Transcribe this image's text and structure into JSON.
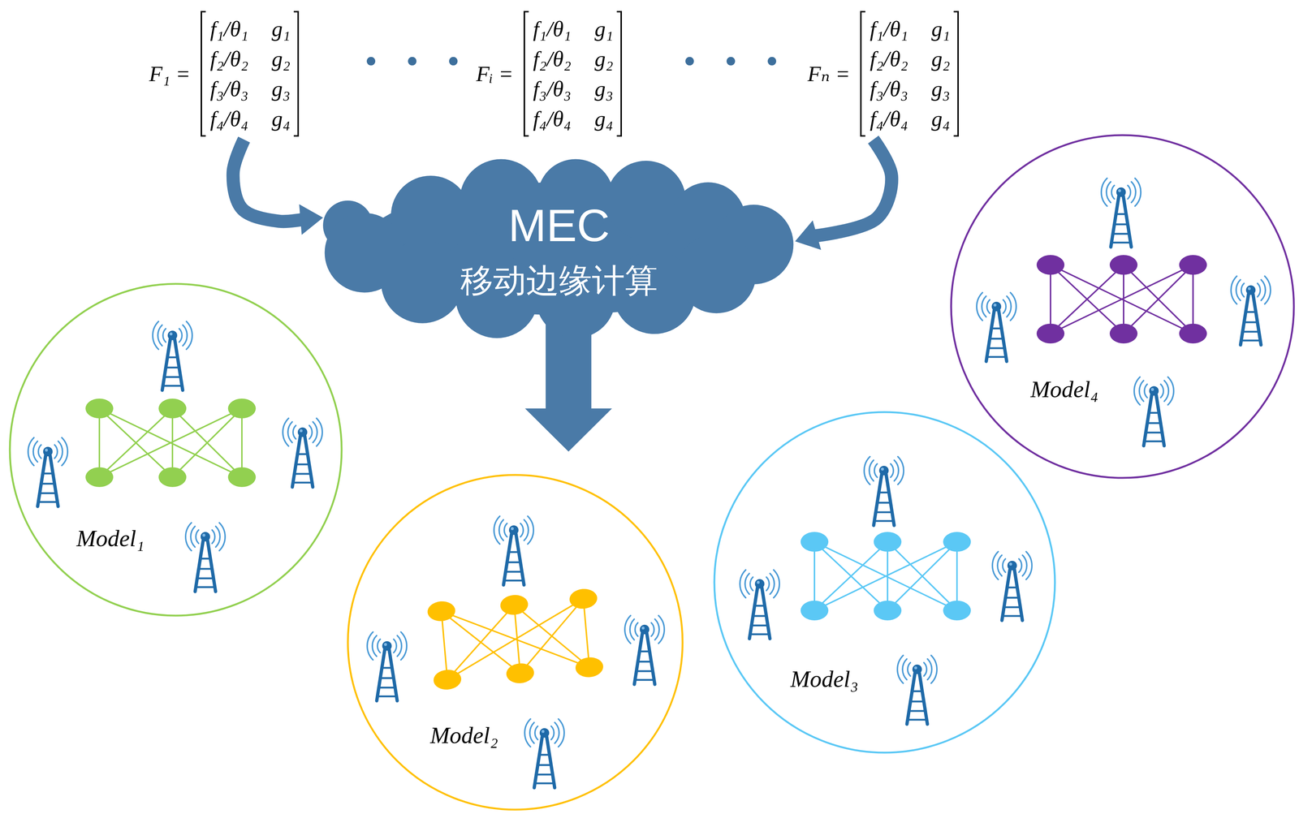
{
  "diagram": {
    "nodes": [
      {
        "text": [
          "F₁ =",
          "f₁/θ₁",
          "g₁",
          "f₂/θ₂",
          "g₂",
          "f₃/θ₃",
          "g₃",
          "f₄/θ₄",
          "g₄"
        ]
      },
      {
        "text": [
          "Fᵢ =",
          "f₁/θ₁",
          "g₁",
          "f₂/θ₂",
          "g₂",
          "f₃/θ₃",
          "g₃",
          "f₄/θ₄",
          "g₄"
        ]
      },
      {
        "text": [
          "Fₙ =",
          "f₁/θ₁",
          "g₁",
          "f₂/θ₂",
          "g₂",
          "f₃/θ₃",
          "g₃",
          "f₄/θ₄",
          "g₄"
        ]
      },
      {
        "text": [
          "MEC",
          "移动边缘计算"
        ]
      },
      {
        "text": [
          "Model₁"
        ]
      },
      {
        "text": [
          "Model₂"
        ]
      },
      {
        "text": [
          "Model₃"
        ]
      },
      {
        "text": [
          "Model₄"
        ]
      }
    ],
    "edges": [
      {
        "from": 0,
        "to": 3,
        "arrow": "to"
      },
      {
        "from": 2,
        "to": 3,
        "arrow": "to"
      },
      {
        "from": 3,
        "to": 5,
        "arrow": "to"
      }
    ],
    "labels": [
      "• • •",
      "• • •"
    ]
  }
}
